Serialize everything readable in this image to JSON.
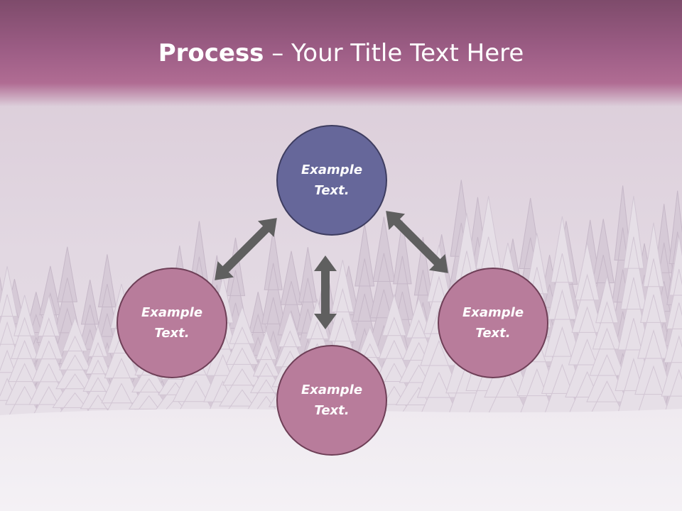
{
  "slide": {
    "title_bold": "Process",
    "title_rest": " – Your Title Text Here"
  },
  "diagram": {
    "nodes": [
      {
        "line1": "Example",
        "line2": "Text."
      },
      {
        "line1": "Example",
        "line2": "Text."
      },
      {
        "line1": "Example",
        "line2": "Text."
      },
      {
        "line1": "Example",
        "line2": "Text."
      }
    ]
  },
  "colors": {
    "title_bar": "#9b5c84",
    "node_primary": "#66679a",
    "node_secondary": "#b87c9b",
    "arrow": "#5f5f5f"
  }
}
